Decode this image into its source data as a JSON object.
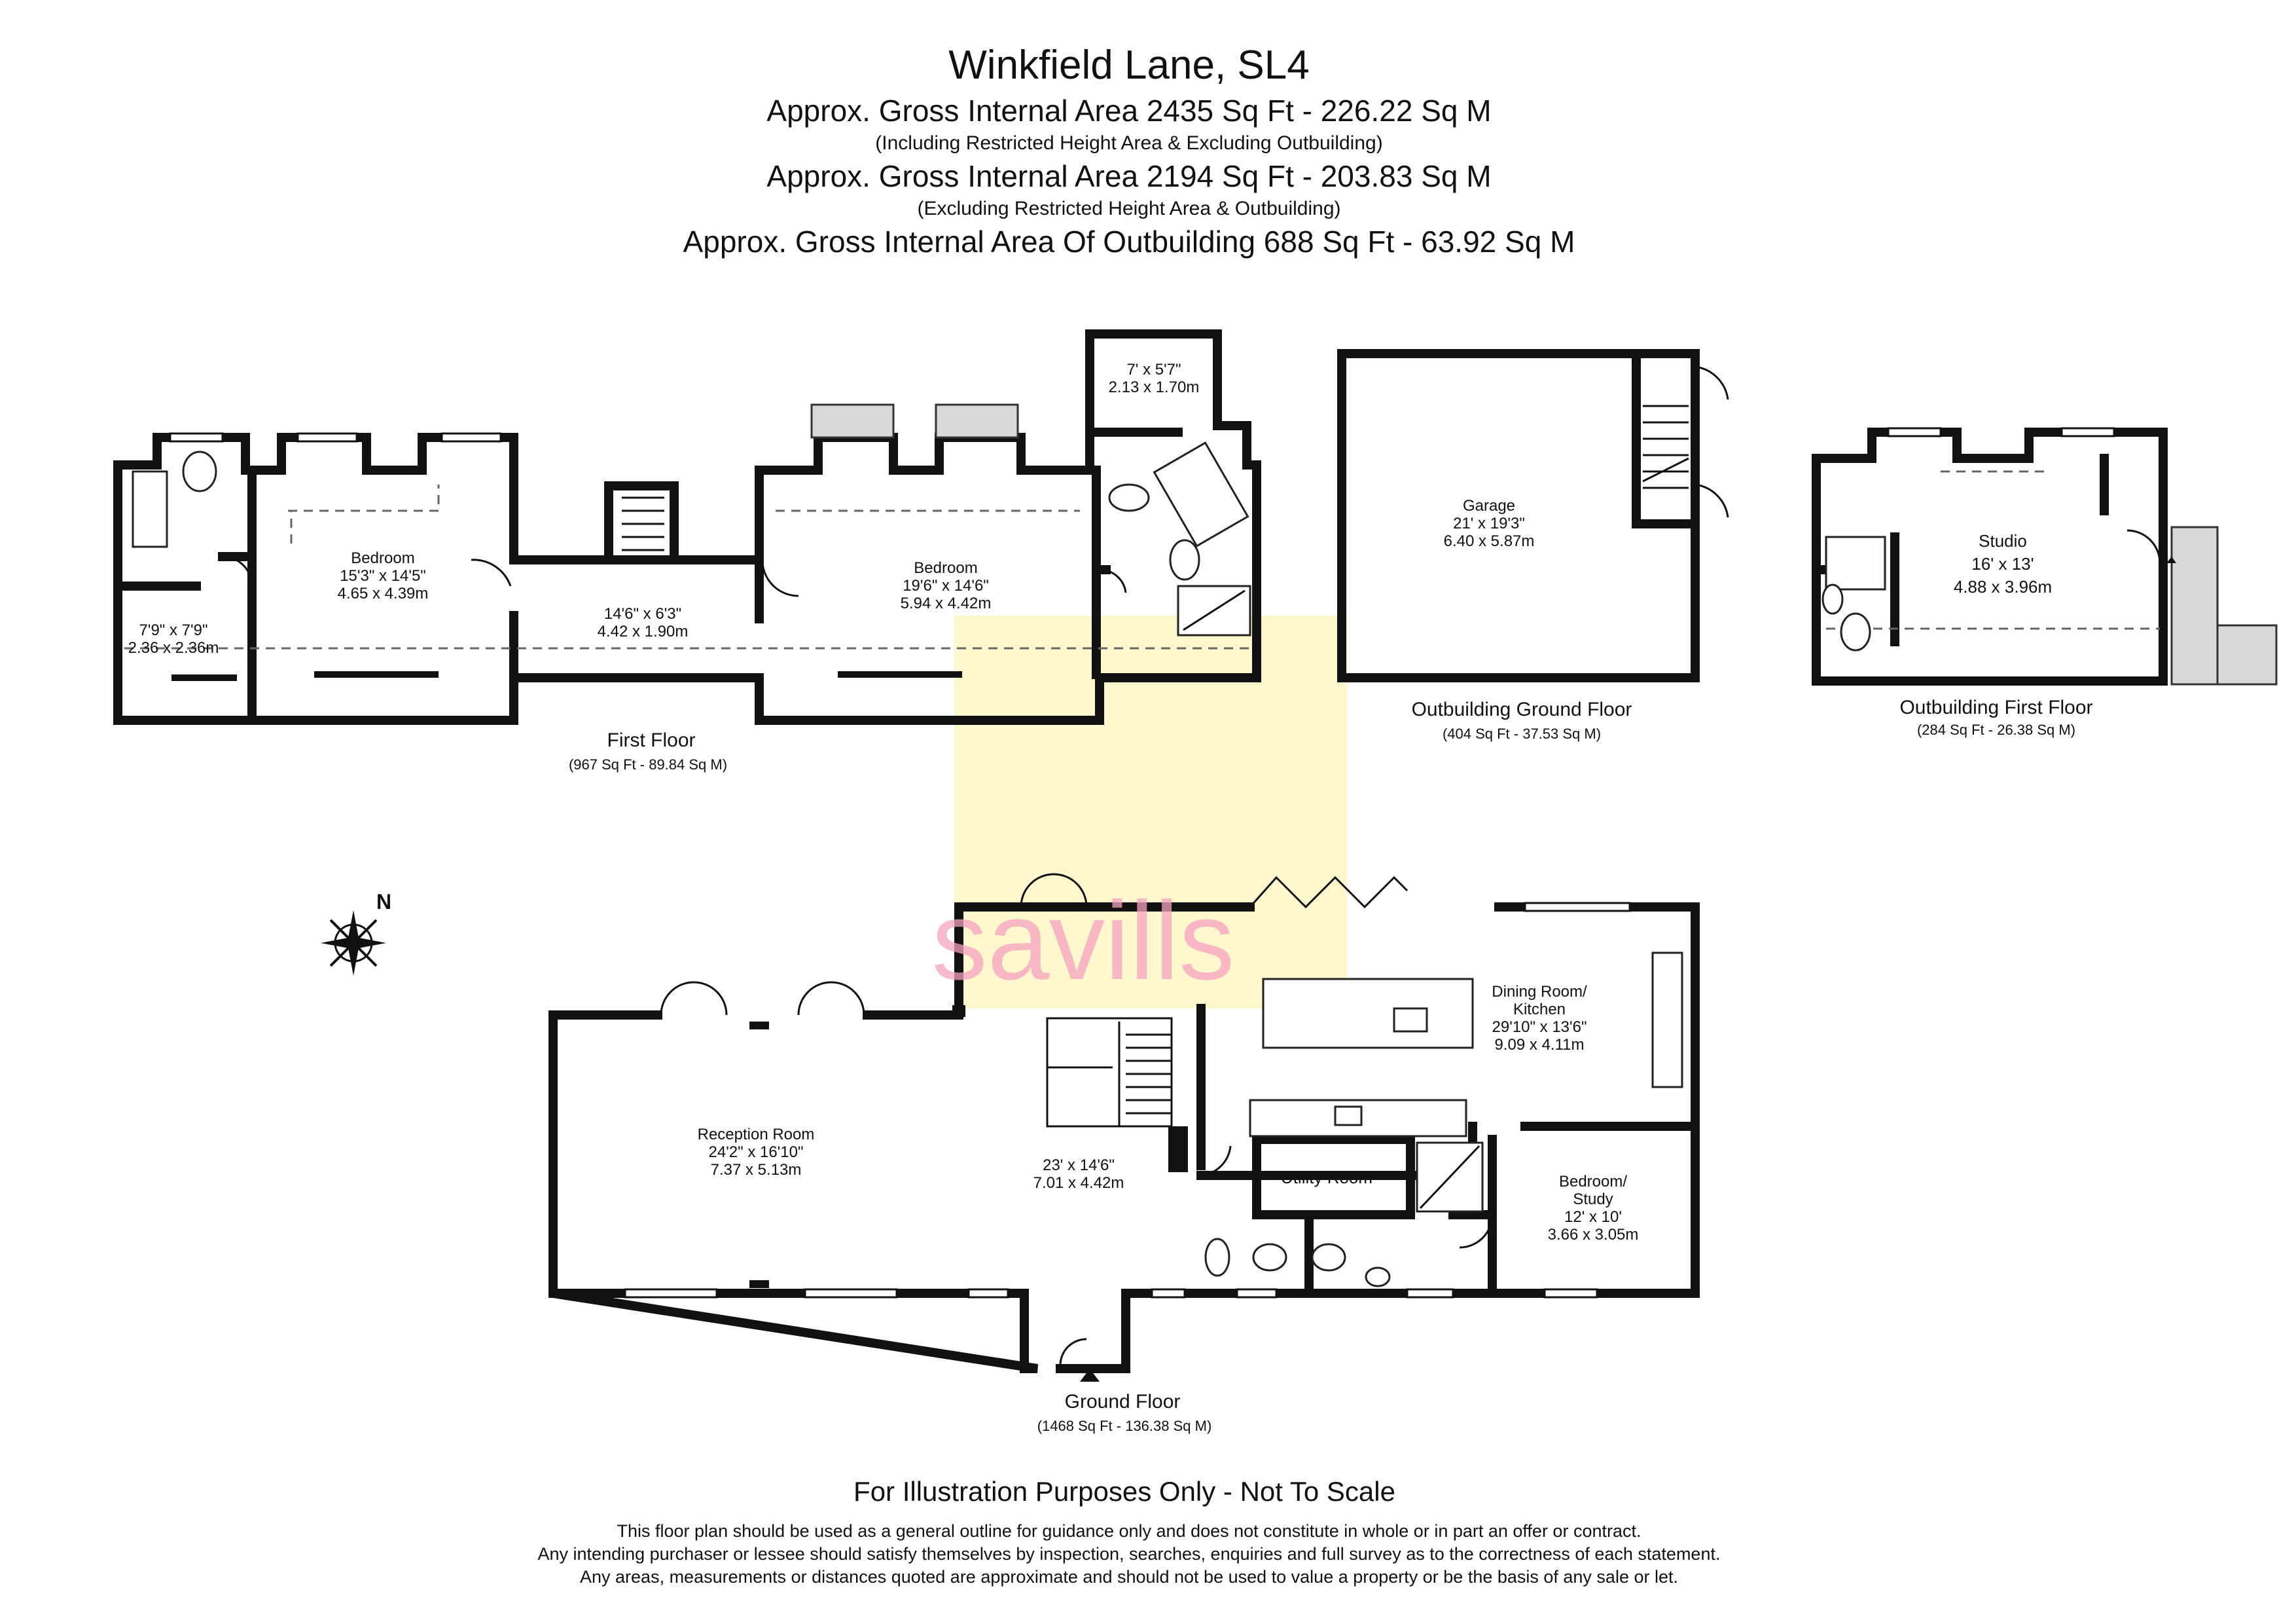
{
  "header": {
    "title": "Winkfield Lane, SL4",
    "line1": "Approx. Gross Internal Area   2435 Sq Ft  -  226.22 Sq M",
    "line1_note": "(Including Restricted Height Area & Excluding Outbuilding)",
    "line2": "Approx. Gross Internal Area   2194 Sq Ft  -  203.83 Sq M",
    "line2_note": "(Excluding Restricted Height Area & Outbuilding)",
    "line3": "Approx. Gross Internal Area Of Outbuilding   688 Sq Ft  -  63.92 Sq M"
  },
  "floors": {
    "first": {
      "name": "First Floor",
      "area": "(967 Sq Ft  -  89.84 Sq M)"
    },
    "outbuilding_ground": {
      "name": "Outbuilding Ground Floor",
      "area": "(404 Sq Ft  -  37.53 Sq M)"
    },
    "outbuilding_first": {
      "name": "Outbuilding First Floor",
      "area": "(284 Sq Ft  -  26.38  Sq M)"
    },
    "ground": {
      "name": "Ground Floor",
      "area": "(1468 Sq Ft  -  136.38 Sq M)"
    }
  },
  "rooms": {
    "ff_small": {
      "size1": "7'9\" x 7'9\"",
      "size2": "2.36 x 2.36m"
    },
    "ff_bedroom1": {
      "name": "Bedroom",
      "size1": "15'3\" x 14'5\"",
      "size2": "4.65 x 4.39m"
    },
    "ff_landing": {
      "size1": "14'6\" x 6'3\"",
      "size2": "4.42 x 1.90m"
    },
    "ff_bedroom2": {
      "name": "Bedroom",
      "size1": "19'6\" x 14'6\"",
      "size2": "5.94 x 4.42m"
    },
    "ff_top": {
      "size1": "7' x 5'7\"",
      "size2": "2.13 x 1.70m"
    },
    "garage": {
      "name": "Garage",
      "size1": "21' x 19'3\"",
      "size2": "6.40 x 5.87m"
    },
    "studio": {
      "name": "Studio",
      "size1": "16' x 13'",
      "size2": "4.88 x 3.96m"
    },
    "reception": {
      "name": "Reception Room",
      "size1": "24'2\" x 16'10\"",
      "size2": "7.37 x 5.13m"
    },
    "hall": {
      "size1": "23' x 14'6\"",
      "size2": "7.01 x 4.42m"
    },
    "kitchen": {
      "name1": "Dining Room/",
      "name2": "Kitchen",
      "size1": "29'10\" x 13'6\"",
      "size2": "9.09 x 4.11m"
    },
    "utility": {
      "name": "Utility Room"
    },
    "study": {
      "name1": "Bedroom/",
      "name2": "Study",
      "size1": "12' x 10'",
      "size2": "3.66 x 3.05m"
    }
  },
  "compass": {
    "label": "N"
  },
  "watermark": {
    "text": "savills",
    "color": "#f6a3c0",
    "box_color": "#fff6c4"
  },
  "footer": {
    "heading": "For Illustration Purposes Only - Not To Scale",
    "line1": "This floor plan should be used as a general outline for guidance only and does not constitute in whole or in part an offer or contract.",
    "line2": "Any intending purchaser or lessee should satisfy themselves by inspection, searches, enquiries and full survey as to the correctness of each statement.",
    "line3": "Any areas, measurements or distances quoted are approximate and should not be used to value a property or be the basis of any sale or let."
  }
}
